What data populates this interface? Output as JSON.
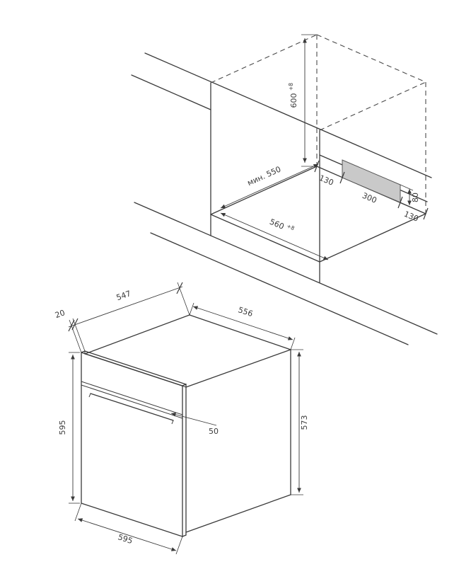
{
  "niche": {
    "height_value": "600",
    "height_tol": "+8",
    "min_depth": "мин. 550",
    "width_value": "560",
    "width_tol": "+8",
    "vent_left": "130",
    "vent_width": "300",
    "vent_right": "130",
    "vent_height": "80"
  },
  "oven": {
    "door_thickness": "20",
    "body_depth": "547",
    "top_width": "556",
    "front_height": "595",
    "front_width": "595",
    "body_height": "573",
    "handle_offset": "50"
  },
  "colors": {
    "line": "#3a3a3a",
    "vent_fill": "#c9c9c9",
    "background": "#ffffff"
  }
}
